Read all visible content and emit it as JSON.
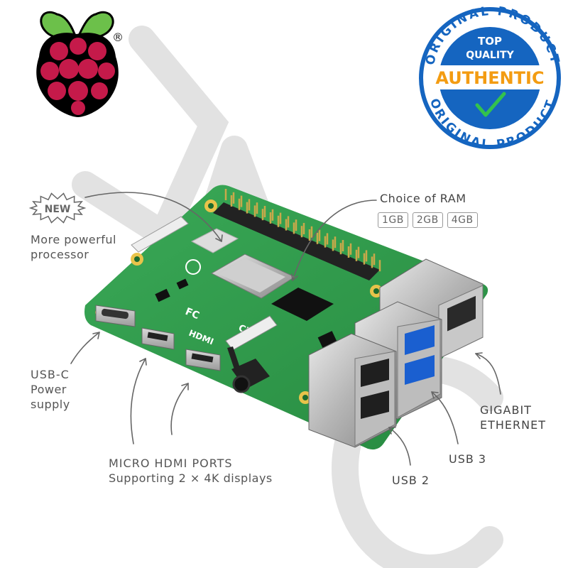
{
  "logo": {
    "registered": "®"
  },
  "badge": {
    "top_arc": "ORIGINAL PRODUCT",
    "bottom_arc": "ORIGINAL PRODUCT",
    "line1": "TOP",
    "line2": "QUALITY",
    "line3": "AUTHENTIC",
    "check_icon": "check-icon"
  },
  "watermark": "JAC",
  "callouts": {
    "new_badge": "NEW",
    "processor": [
      "More powerful",
      "processor"
    ],
    "ram_title": "Choice of RAM",
    "ram_options": [
      "1GB",
      "2GB",
      "4GB"
    ],
    "usbc": [
      "USB-C",
      "Power",
      "supply"
    ],
    "hdmi_title": "MICRO HDMI PORTS",
    "hdmi_sub": "Supporting 2 × 4K displays",
    "ethernet": [
      "GIGABIT",
      "ETHERNET"
    ],
    "usb3": "USB 3",
    "usb2": "USB 2"
  },
  "board_print": {
    "hdmi": "HDMI",
    "fc": "FC",
    "ce": "CE"
  },
  "colors": {
    "board": "#2f9a48",
    "raspberry": "#c51a4a",
    "leaf": "#6cc04a",
    "badge_blue": "#1565c0",
    "badge_orange": "#f39c12",
    "usb3_blue": "#1a5fd0"
  }
}
